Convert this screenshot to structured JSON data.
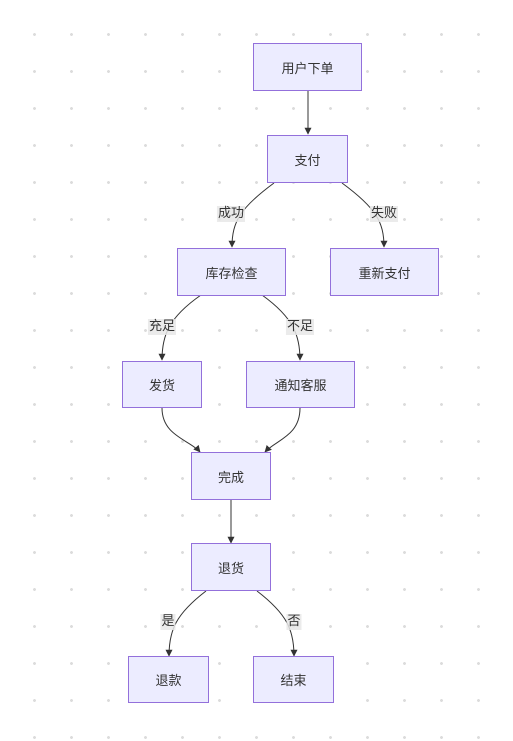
{
  "diagram": {
    "type": "flowchart",
    "nodes": [
      {
        "id": "order",
        "label": "用户下单"
      },
      {
        "id": "pay",
        "label": "支付"
      },
      {
        "id": "stock",
        "label": "库存检查"
      },
      {
        "id": "repay",
        "label": "重新支付"
      },
      {
        "id": "ship",
        "label": "发货"
      },
      {
        "id": "notify",
        "label": "通知客服"
      },
      {
        "id": "done",
        "label": "完成"
      },
      {
        "id": "return",
        "label": "退货"
      },
      {
        "id": "refund",
        "label": "退款"
      },
      {
        "id": "end",
        "label": "结束"
      }
    ],
    "edges": [
      {
        "from": "order",
        "to": "pay",
        "label": ""
      },
      {
        "from": "pay",
        "to": "stock",
        "label": "成功"
      },
      {
        "from": "pay",
        "to": "repay",
        "label": "失败"
      },
      {
        "from": "stock",
        "to": "ship",
        "label": "充足"
      },
      {
        "from": "stock",
        "to": "notify",
        "label": "不足"
      },
      {
        "from": "ship",
        "to": "done",
        "label": ""
      },
      {
        "from": "notify",
        "to": "done",
        "label": ""
      },
      {
        "from": "done",
        "to": "return",
        "label": ""
      },
      {
        "from": "return",
        "to": "refund",
        "label": "是"
      },
      {
        "from": "return",
        "to": "end",
        "label": "否"
      }
    ]
  }
}
